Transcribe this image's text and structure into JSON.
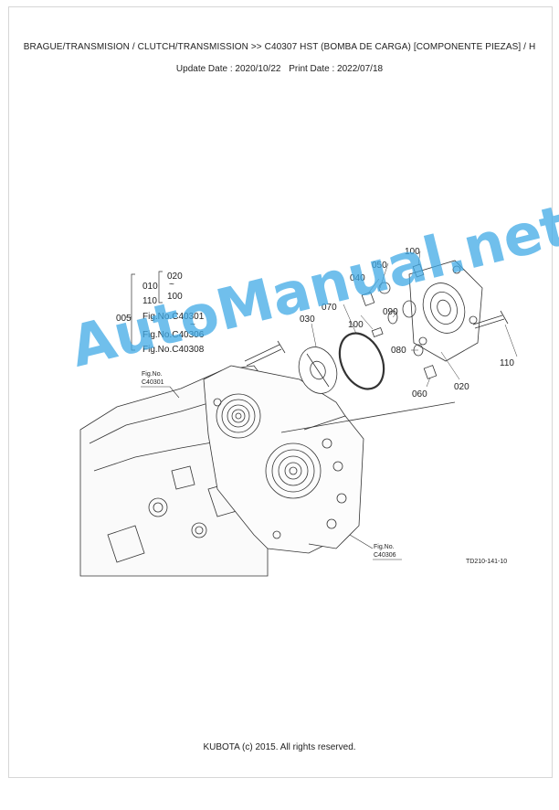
{
  "header": {
    "title": "BRAGUE/TRANSMISION / CLUTCH/TRANSMISSION >> C40307   HST (BOMBA DE CARGA) [COMPONENTE PIEZAS] / H",
    "update_label": "Update Date : 2020/10/22",
    "print_label": "Print Date : 2022/07/18"
  },
  "diagram": {
    "callouts": {
      "p005": "005",
      "p010": "010",
      "p110a": "110",
      "p020a": "020",
      "p100a": "100",
      "tilde1": "~",
      "tilde2": "~",
      "fig1": "Fig.No.C40301",
      "fig2": "Fig.No.C40306",
      "fig3": "Fig.No.C40308",
      "p030": "030",
      "p070": "070",
      "p040": "040",
      "p050": "050",
      "p100b": "100",
      "p100c": "100",
      "p090": "090",
      "p080": "080",
      "p060": "060",
      "p020b": "020",
      "p110b": "110",
      "figref1_a": "Fig.No.",
      "figref1_b": "C40301",
      "figref2_a": "Fig.No.",
      "figref2_b": "C40306",
      "drawing_code": "TD210-141-10"
    },
    "watermark": "AutoManual.net"
  },
  "footer": {
    "copyright": "KUBOTA (c) 2015. All rights reserved."
  }
}
